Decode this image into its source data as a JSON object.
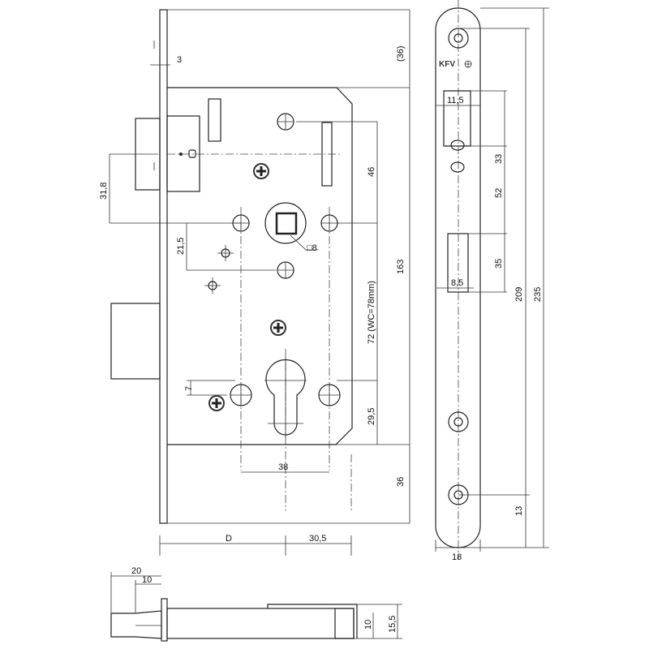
{
  "logo_text": "KFV",
  "dimensions": {
    "faceplate_thickness": "3",
    "top_offset": "(36)",
    "latch_height": "31,8",
    "handle_to_top_hole": "46",
    "handle_to_aux": "21,5",
    "spindle_square": "□8",
    "case_height": "163",
    "wc_distance": "72 (WC=78mm)",
    "cyl_offset": "7",
    "cyl_to_bottom": "29,5",
    "cyl_hole_spacing": "38",
    "bottom_offset": "36",
    "backset": "D",
    "backset_rest": "30,5",
    "latch_width": "11,5",
    "latch_len": "33",
    "gap": "52",
    "bolt_width": "8,5",
    "bolt_len": "35",
    "strike_hole_spacing": "209",
    "strike_length": "235",
    "strike_end_offset": "13",
    "strike_width": "18",
    "latch_projection": "20",
    "latch_taper": "10",
    "body_inner": "10",
    "body_depth": "15,5"
  }
}
